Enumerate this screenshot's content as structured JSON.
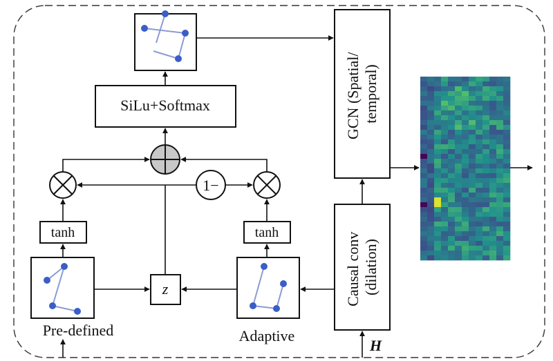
{
  "labels": {
    "silu_softmax": "SiLu+Softmax",
    "gcn_line1": "GCN (Spatial/",
    "gcn_line2": "temporal)",
    "causal_line1": "Causal conv",
    "causal_line2": "(dilation)",
    "tanh_left": "tanh",
    "tanh_right": "tanh",
    "one_minus": "1−",
    "z": "z",
    "predefined": "Pre-defined",
    "adaptive": "Adaptive",
    "H": "H"
  },
  "icons": {
    "plus_node": "circled-plus-icon",
    "multiply_nodes": "circled-times-icon",
    "graphs": "graph-icon",
    "heatmap": "heatmap-image"
  },
  "colors": {
    "graph_node": "#3b5ec6",
    "graph_edge": "#8a9ad6",
    "plus_fill": "#c8c8c8"
  }
}
